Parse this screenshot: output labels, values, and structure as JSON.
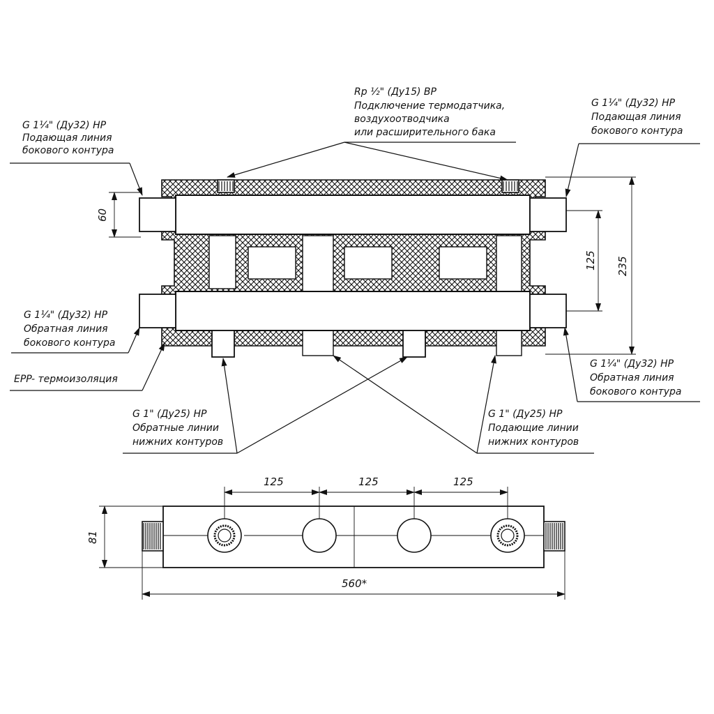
{
  "callouts": {
    "top_center": {
      "l1": "Rp ½\" (Ду15) ВР",
      "l2": "Подключение термодатчика,",
      "l3": "воздухоотводчика",
      "l4": "или расширительного бака"
    },
    "top_left": {
      "l1": "G 1¼\" (Ду32) НР",
      "l2": "Подающая линия",
      "l3": "бокового контура"
    },
    "top_right": {
      "l1": "G 1¼\" (Ду32) НР",
      "l2": "Подающая линия",
      "l3": "бокового контура"
    },
    "mid_left": {
      "l1": "G 1¼\" (Ду32) НР",
      "l2": "Обратная линия",
      "l3": "бокового контура"
    },
    "insulation": {
      "l1": "EPP- термоизоляция"
    },
    "bot_right": {
      "l1": "G 1¼\" (Ду32) НР",
      "l2": "Обратная линия",
      "l3": "бокового контура"
    },
    "bot_center_left": {
      "l1": "G 1\" (Ду25) НР",
      "l2": "Обратные линии",
      "l3": "нижних контуров"
    },
    "bot_center_right": {
      "l1": "G 1\" (Ду25) НР",
      "l2": "Подающие линии",
      "l3": "нижних контуров"
    }
  },
  "dimensions": {
    "pipe_height": "60",
    "axis_distance": "125",
    "total_height": "235",
    "spacing_1": "125",
    "spacing_2": "125",
    "spacing_3": "125",
    "depth": "81",
    "length": "560*"
  }
}
